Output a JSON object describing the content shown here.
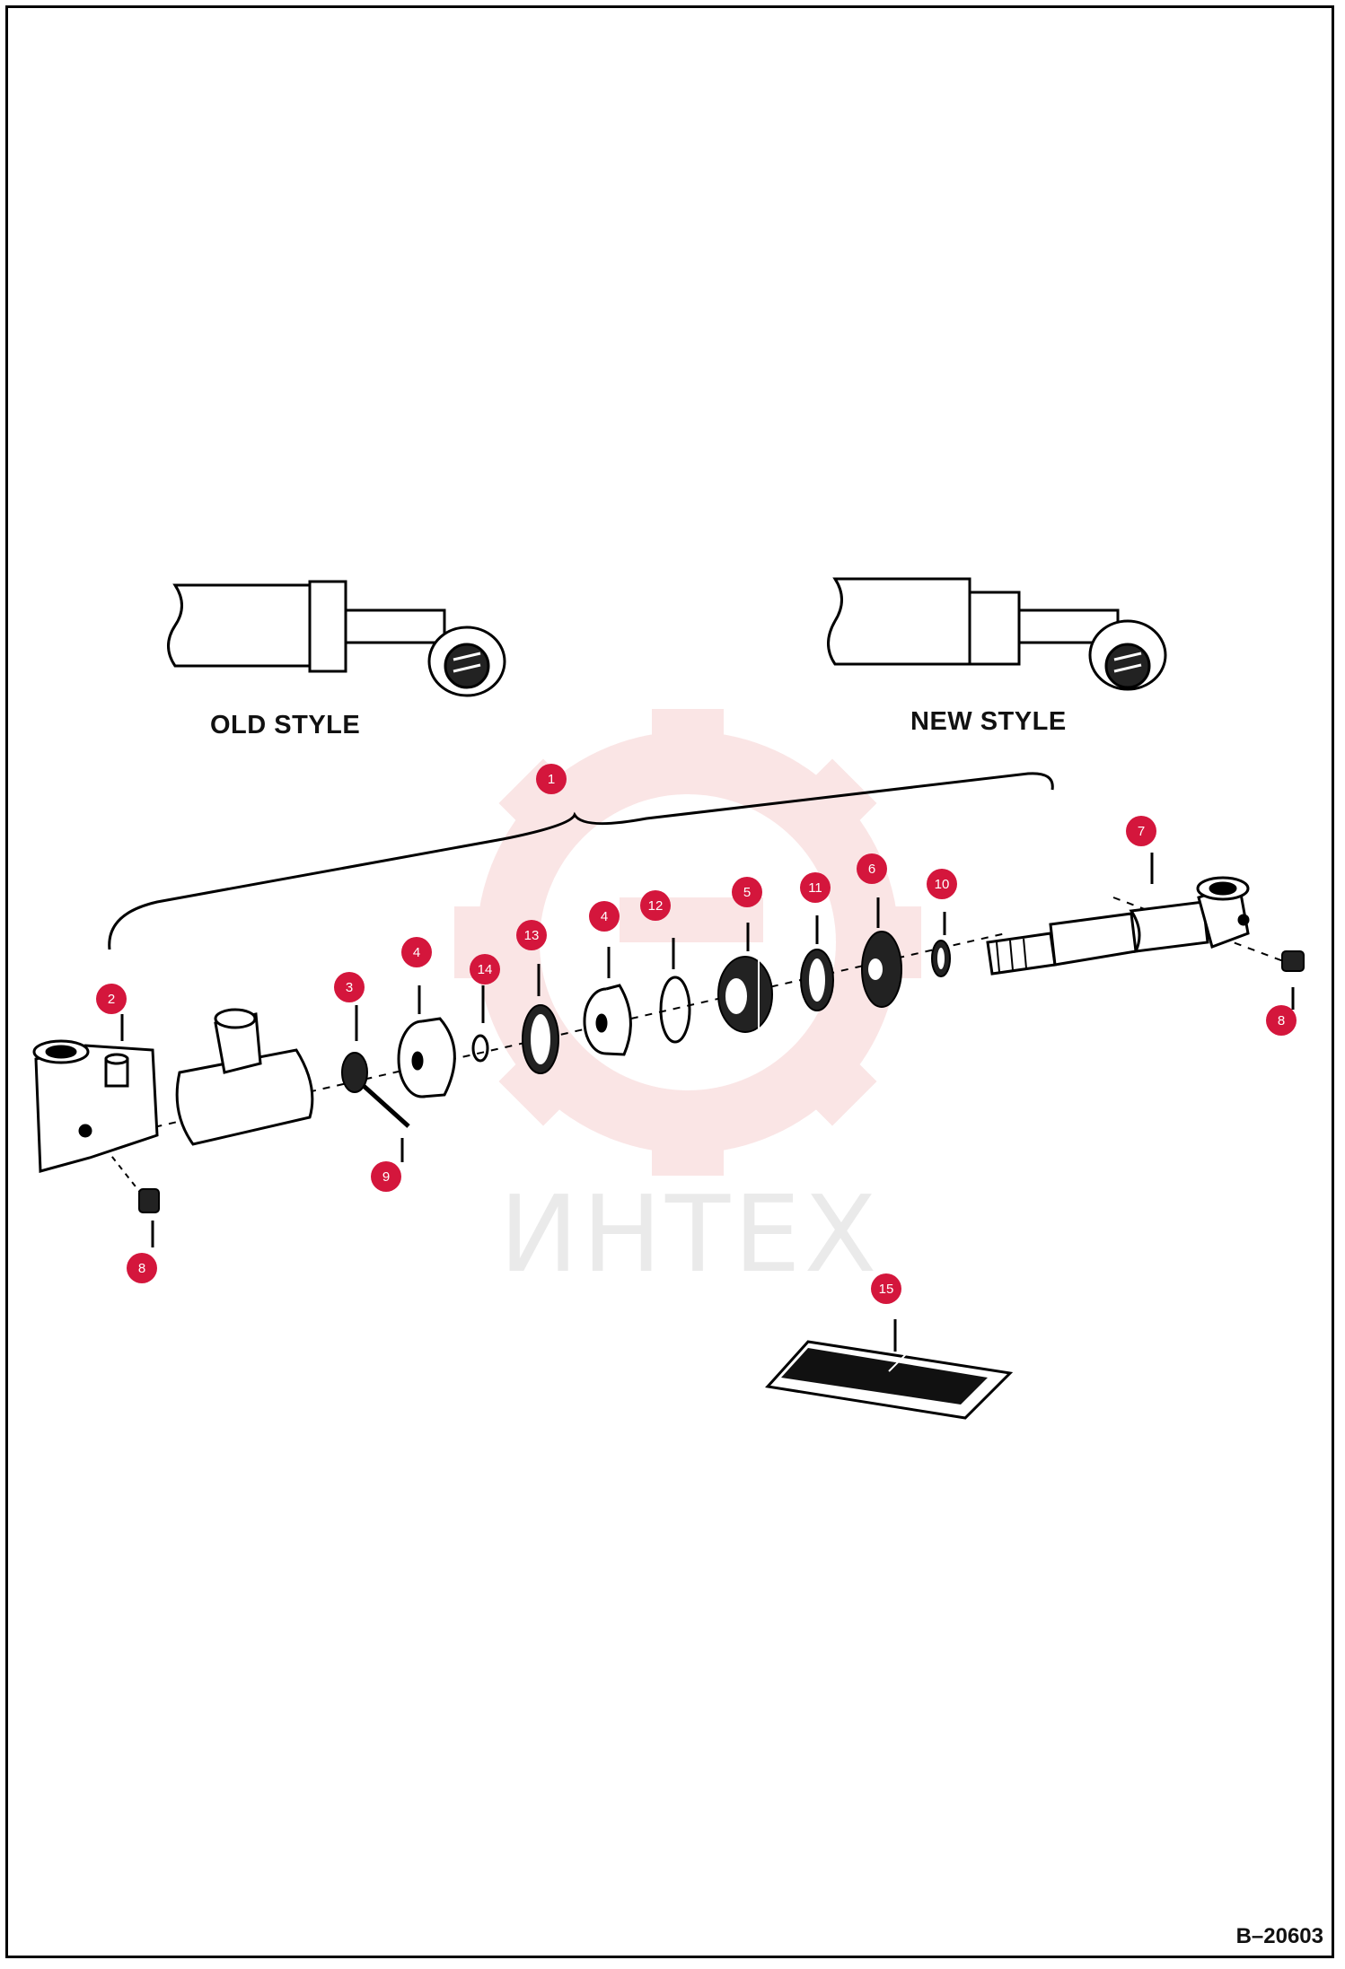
{
  "labels": {
    "old_style": "OLD STYLE",
    "new_style": "NEW STYLE",
    "figure_number": "B–20603",
    "watermark": "ИНТЕХ"
  },
  "colors": {
    "callout": "#d4163c",
    "line": "#000000",
    "watermark": "#f4c6c6"
  },
  "callouts": [
    {
      "id": "1",
      "label": "1"
    },
    {
      "id": "2",
      "label": "2"
    },
    {
      "id": "3",
      "label": "3"
    },
    {
      "id": "4a",
      "label": "4"
    },
    {
      "id": "4b",
      "label": "4"
    },
    {
      "id": "5",
      "label": "5"
    },
    {
      "id": "6",
      "label": "6"
    },
    {
      "id": "7",
      "label": "7"
    },
    {
      "id": "8a",
      "label": "8"
    },
    {
      "id": "8b",
      "label": "8"
    },
    {
      "id": "9",
      "label": "9"
    },
    {
      "id": "10",
      "label": "10"
    },
    {
      "id": "11",
      "label": "11"
    },
    {
      "id": "12",
      "label": "12"
    },
    {
      "id": "13",
      "label": "13"
    },
    {
      "id": "14",
      "label": "14"
    },
    {
      "id": "15",
      "label": "15"
    }
  ]
}
